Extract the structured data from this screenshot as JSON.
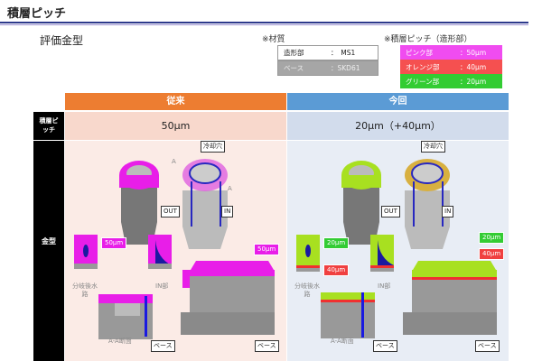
{
  "title": "積層ピッチ",
  "subtitle": "評価金型",
  "material": {
    "heading": "※材質",
    "rows": [
      {
        "name": "造形部",
        "value": "：　MS1"
      },
      {
        "name": "ベース",
        "value": "：SKD61"
      }
    ]
  },
  "pitch_legend": {
    "heading": "※積層ピッチ（造形部）",
    "rows": [
      {
        "name": "ピンク部",
        "value": "：50µm",
        "color": "#f04cf0"
      },
      {
        "name": "オレンジ部",
        "value": "：40µm",
        "color": "#f55050"
      },
      {
        "name": "グリーン部",
        "value": "：20µm",
        "color": "#33cc33"
      }
    ]
  },
  "columns": {
    "old": "従来",
    "new": "今回"
  },
  "row_labels": {
    "pitch": "積層ピッチ",
    "mold": "金型"
  },
  "pitch_values": {
    "old": "50µm",
    "new": "20µm（+40µm）"
  },
  "callouts": {
    "cooling": "冷却穴",
    "out": "OUT",
    "in": "IN",
    "section": "A",
    "branch": "分岐後水路",
    "in_part": "IN部",
    "aa": "A-A断面",
    "base": "ベース",
    "p50": "50µm",
    "p20": "20µm",
    "p40": "40µm"
  }
}
